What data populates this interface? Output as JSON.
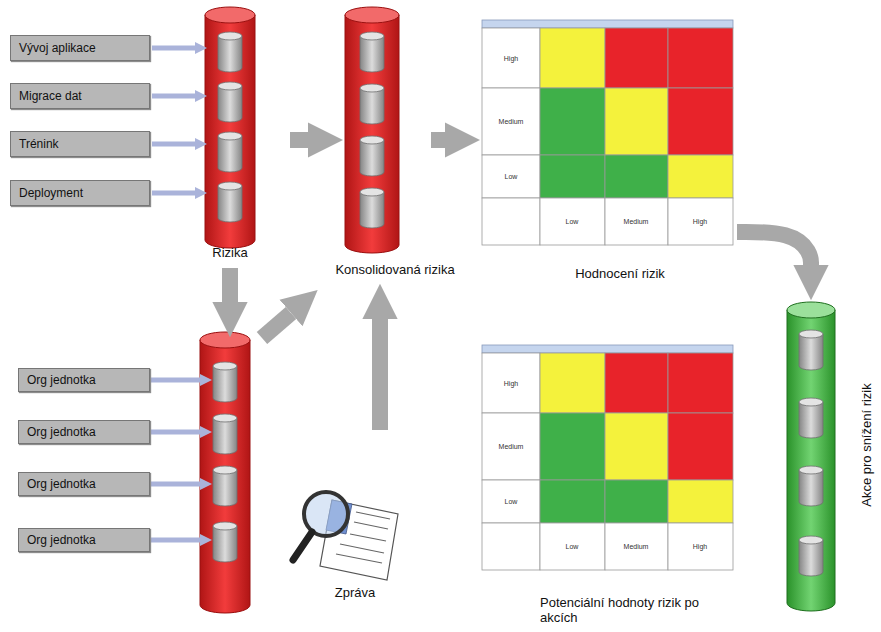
{
  "diagram": {
    "nodes": [
      {
        "text": [
          "Vývoj aplikace"
        ]
      },
      {
        "text": [
          "Migrace dat"
        ]
      },
      {
        "text": [
          "Trénink"
        ]
      },
      {
        "text": [
          "Deployment"
        ]
      },
      {
        "text": [
          "Rizika"
        ]
      },
      {
        "text": [
          "Konsolidovaná rizika"
        ]
      },
      {
        "text": [
          "Hodnocení rizik"
        ]
      },
      {
        "text": [
          "Org jednotka"
        ]
      },
      {
        "text": [
          "Org jednotka"
        ]
      },
      {
        "text": [
          "Org jednotka"
        ]
      },
      {
        "text": [
          "Org jednotka"
        ]
      },
      {
        "text": [
          "Zpráva"
        ]
      },
      {
        "text": [
          "Potenciální hodnoty rizik po akcích"
        ]
      },
      {
        "text": [
          "Akce pro snížení rizik"
        ]
      }
    ],
    "edges": [
      {
        "from": 0,
        "to": 4,
        "arrow": "to"
      },
      {
        "from": 1,
        "to": 4,
        "arrow": "to"
      },
      {
        "from": 2,
        "to": 4,
        "arrow": "to"
      },
      {
        "from": 3,
        "to": 4,
        "arrow": "to"
      },
      {
        "from": 4,
        "to": 5,
        "arrow": "to"
      },
      {
        "from": 5,
        "to": 6,
        "arrow": "to"
      },
      {
        "from": 6,
        "to": 13,
        "arrow": "to"
      },
      {
        "from": 11,
        "to": 5,
        "arrow": "to"
      }
    ],
    "labels": [
      "High",
      "Medium",
      "Low",
      "Low",
      "Medium",
      "High",
      "High",
      "Medium",
      "Low",
      "Low",
      "Medium",
      "High"
    ]
  }
}
